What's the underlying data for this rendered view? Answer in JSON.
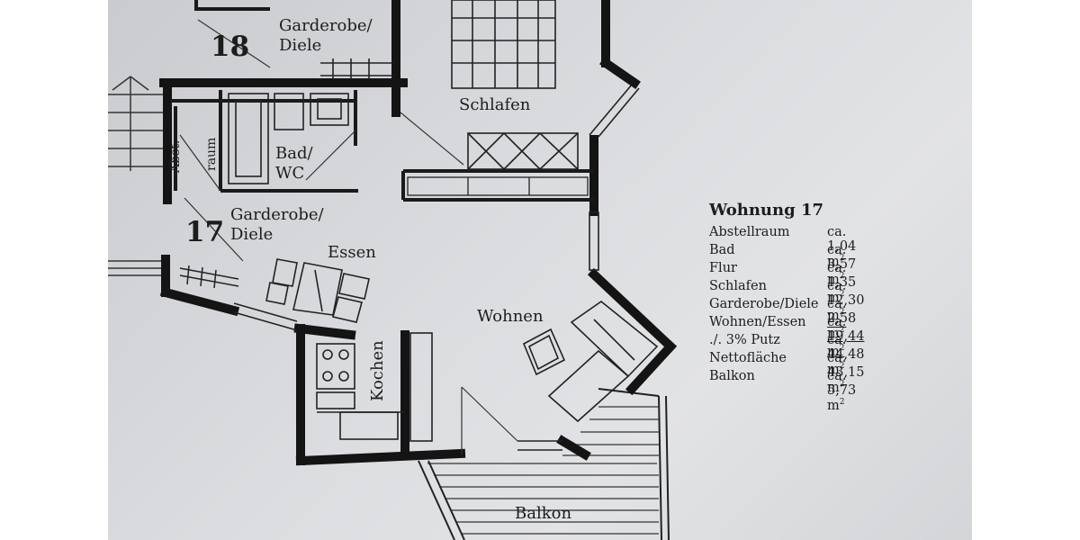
{
  "units": [
    {
      "number": "18",
      "label_line1": "Garderobe/",
      "label_line2": "Diele"
    },
    {
      "number": "17",
      "label_line1": "Garderobe/",
      "label_line2": "Diele"
    }
  ],
  "rooms": {
    "schlafen": "Schlafen",
    "bad_line1": "Bad/",
    "bad_line2": "WC",
    "abst_line1": "Abst.-",
    "abst_line2": "raum",
    "essen": "Essen",
    "wohnen": "Wohnen",
    "kochen": "Kochen",
    "balkon": "Balkon"
  },
  "legend": {
    "title": "Wohnung 17",
    "unit_superscript": "2",
    "rows": [
      {
        "name": "Abstellraum",
        "value": "ca.  1,04 m"
      },
      {
        "name": "Bad",
        "value": "ca.  3,57 m"
      },
      {
        "name": "Flur",
        "value": "ca.  1,35 m"
      },
      {
        "name": "Schlafen",
        "value": "ca. 12,30 m"
      },
      {
        "name": "Garderobe/Diele",
        "value": "ca.  2,58 m"
      },
      {
        "name": "Wohnen/Essen",
        "value": "ca. 19,44 m"
      },
      {
        "name": "./. 3% Putz",
        "value": "ca. 44,48 m"
      },
      {
        "name": "Nettofläche",
        "value": "ca. 43,15 m"
      },
      {
        "name": "Balkon",
        "value": "ca.  5,73 m"
      }
    ]
  }
}
